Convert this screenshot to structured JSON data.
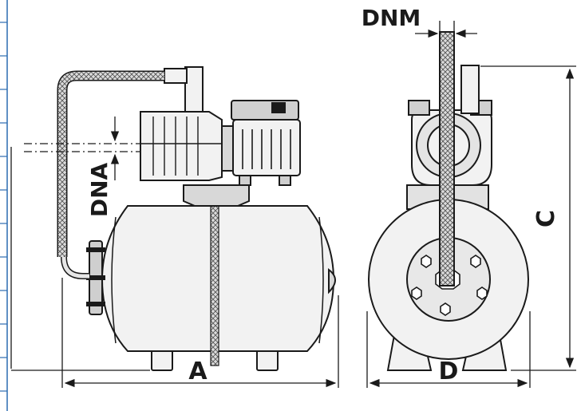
{
  "labels": {
    "dnm": "DNM",
    "dna": "DNA",
    "a": "A",
    "c": "C",
    "d": "D"
  },
  "colors": {
    "line": "#1a1a1a",
    "body": "#f2f2f2",
    "shade": "#cfcfcf",
    "edge_bar": "#2b6cb0"
  }
}
